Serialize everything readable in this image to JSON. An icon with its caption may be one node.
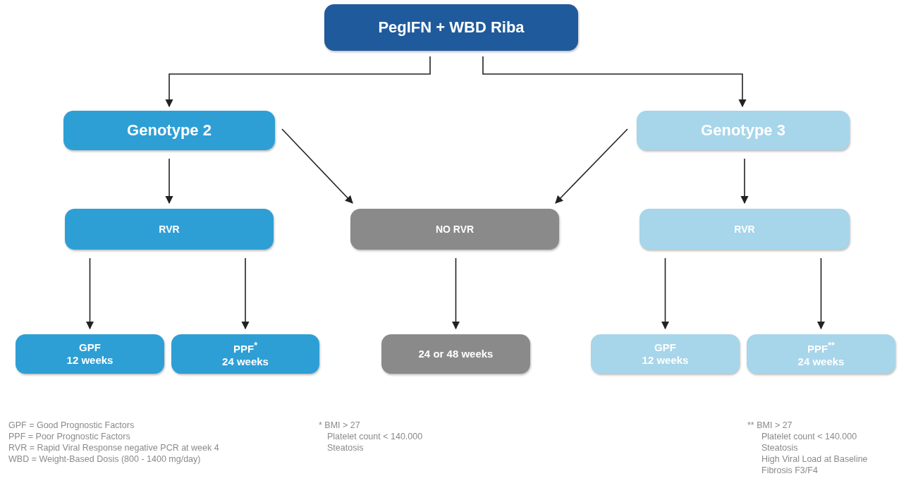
{
  "diagram": {
    "nodes": [
      {
        "text": [
          "PegIFN + WBD Riba"
        ]
      },
      {
        "text": [
          "Genotype 2"
        ]
      },
      {
        "text": [
          "Genotype 3"
        ]
      },
      {
        "text": [
          "RVR"
        ]
      },
      {
        "text": [
          "NO RVR"
        ]
      },
      {
        "text": [
          "RVR"
        ]
      },
      {
        "text": [
          "GPF",
          "12 weeks"
        ]
      },
      {
        "text": [
          "PPF$^{*}$",
          "24 weeks"
        ]
      },
      {
        "text": [
          "24 or 48 weeks"
        ]
      },
      {
        "text": [
          "GPF",
          "12 weeks"
        ]
      },
      {
        "text": [
          "PPF$^{**}$",
          "24 weeks"
        ]
      }
    ],
    "edges": [
      {
        "from": 0,
        "to": 1,
        "arrow": "to"
      },
      {
        "from": 0,
        "to": 2,
        "arrow": "to"
      },
      {
        "from": 1,
        "to": 4,
        "arrow": "to"
      },
      {
        "from": 2,
        "to": 4,
        "arrow": "to"
      },
      {
        "from": 1,
        "to": 3,
        "arrow": "to"
      },
      {
        "from": 2,
        "to": 5,
        "arrow": "to"
      },
      {
        "from": 3,
        "to": 6,
        "arrow": "to"
      },
      {
        "from": 3,
        "to": 7,
        "arrow": "to"
      },
      {
        "from": 4,
        "to": 8,
        "arrow": "to"
      },
      {
        "from": 5,
        "to": 9,
        "arrow": "to"
      },
      {
        "from": 5,
        "to": 10,
        "arrow": "to"
      }
    ],
    "labels": [
      "GPF = Good Prognostic Factors",
      "PPF = Poor Prognostic Factors",
      "RVR = Rapid Viral Response negative PCR at week 4",
      "WBD = Weight-Based Dosis (800 - 1400 mg/day)",
      "* BMI > 27",
      "Platelet count < 140.000",
      "Steatosis",
      "** BMI > 27",
      "Platelet count < 140.000",
      "Steatosis",
      "High Viral Load at Baseline",
      "Fibrosis F3/F4"
    ]
  }
}
